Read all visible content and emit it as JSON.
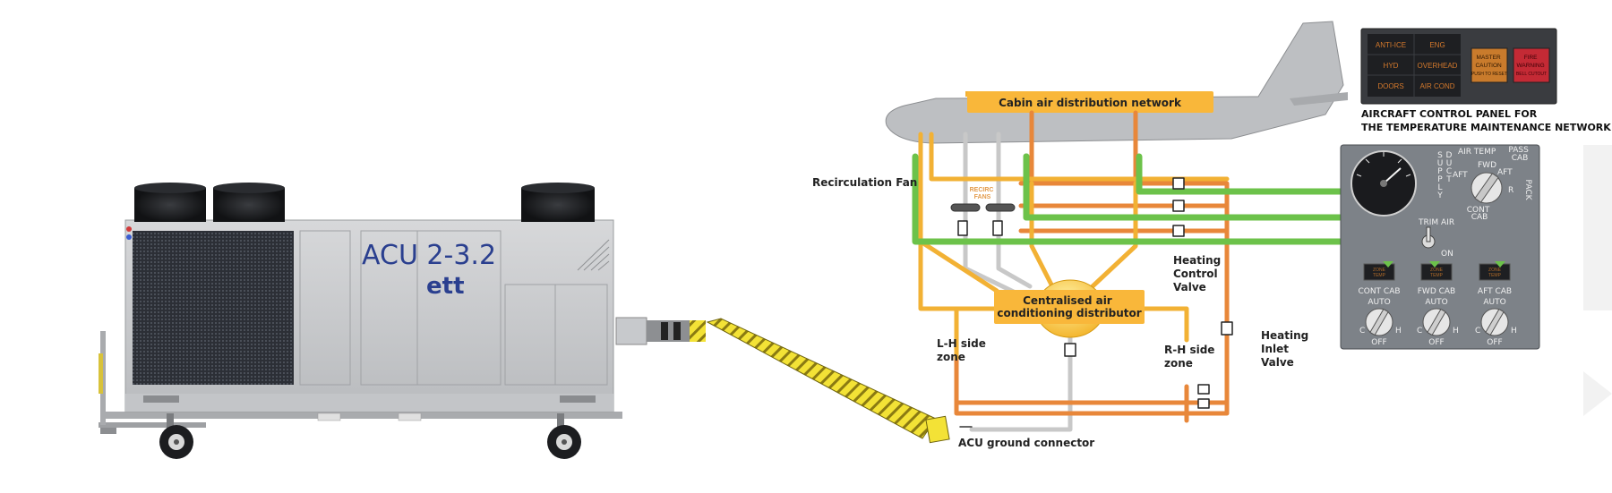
{
  "acu_unit": {
    "model_label": "ACU 2-3.2",
    "brand_logo_text": "ett"
  },
  "aircraft": {
    "cabin_network_label": "Cabin air distribution network",
    "recirc_fans_label": "RECIRC\nFANS"
  },
  "diagram_labels": {
    "recirculation_fan": "Recirculation Fan",
    "distributor": "Centralised air\nconditioning distributor",
    "heating_control_valve": "Heating\nControl\nValve",
    "heating_inlet_valve": "Heating\nInlet\nValve",
    "lh_zone": "L-H side\nzone",
    "rh_zone": "R-H side\nzone",
    "ground_connector": "ACU ground connector"
  },
  "control_panel_top": {
    "caption": "AIRCRAFT CONTROL PANEL FOR\nTHE TEMPERATURE MAINTENANCE NETWORK",
    "annunciators": [
      "ANTI-ICE",
      "ENG",
      "HYD",
      "OVERHEAD",
      "DOORS",
      "AIR COND"
    ],
    "master_caution": "MASTER\nCAUTION\nPUSH TO RESET",
    "fire_warning": "FIRE\nWARNING\nBELL CUTOUT"
  },
  "air_temp_panel": {
    "title": "AIR TEMP",
    "pass_cab": "PASS\nCAB",
    "selector_positions": [
      "FWD",
      "AFT",
      "R",
      "CONT\nCAB"
    ],
    "vertical_supply": "SUPPLY DUCT",
    "vertical_pack": "PACK",
    "trim_air": "TRIM AIR",
    "on": "ON",
    "zone_temp": "ZONE\nTEMP",
    "knobs": [
      {
        "label": "CONT CAB",
        "auto": "AUTO",
        "c": "C",
        "h": "H",
        "off": "OFF"
      },
      {
        "label": "FWD CAB",
        "auto": "AUTO",
        "c": "C",
        "h": "H",
        "off": "OFF"
      },
      {
        "label": "AFT CAB",
        "auto": "AUTO",
        "c": "C",
        "h": "H",
        "off": "OFF"
      }
    ]
  },
  "colors": {
    "recirculation_duct": "#6cc24a",
    "heating_duct": "#e8873a",
    "supply_duct": "#f2b134",
    "return_duct": "#c8c8c8",
    "label_pill": "#f9b73a",
    "hose_yellow": "#f3e236"
  }
}
